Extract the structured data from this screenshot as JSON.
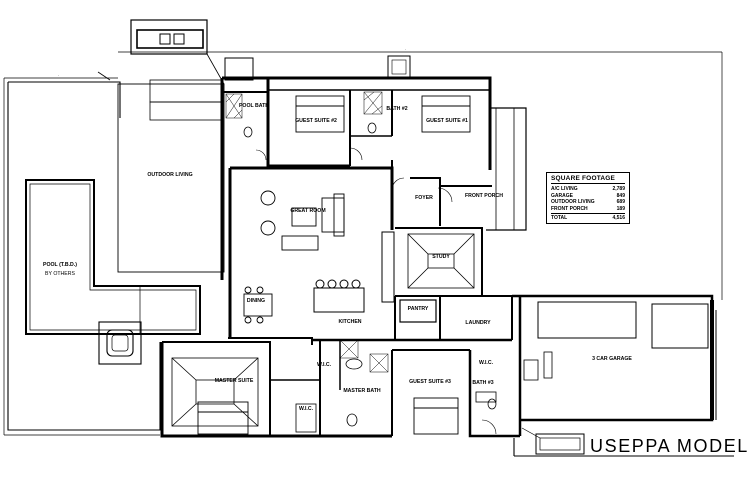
{
  "rooms": {
    "guest_suite_2": "GUEST SUITE #2",
    "guest_suite_1": "GUEST SUITE #1",
    "guest_suite_3": "GUEST SUITE #3",
    "pool_bath": "POOL BATH",
    "bath_2": "BATH #2",
    "bath_3": "BATH #3",
    "outdoor_living": "OUTDOOR LIVING",
    "great_room": "GREAT ROOM",
    "foyer": "FOYER",
    "front_porch": "FRONT PORCH",
    "study": "STUDY",
    "pool": "POOL (T.B.D.)",
    "pool_note": "BY OTHERS",
    "dining": "DINING",
    "kitchen": "KITCHEN",
    "pantry": "PANTRY",
    "laundry": "LAUNDRY",
    "garage": "3 CAR GARAGE",
    "master_suite": "MASTER SUITE",
    "wic": "W.I.C.",
    "master_bath": "MASTER BATH"
  },
  "square_footage": {
    "title": "SQUARE FOOTAGE",
    "rows": [
      {
        "label": "A/C LIVING",
        "value": "2,789"
      },
      {
        "label": "GARAGE",
        "value": "849"
      },
      {
        "label": "OUTDOOR LIVING",
        "value": "689"
      },
      {
        "label": "FRONT PORCH",
        "value": "189"
      }
    ],
    "total_label": "TOTAL",
    "total_value": "4,516"
  },
  "model_name": "USEPPA MODEL"
}
